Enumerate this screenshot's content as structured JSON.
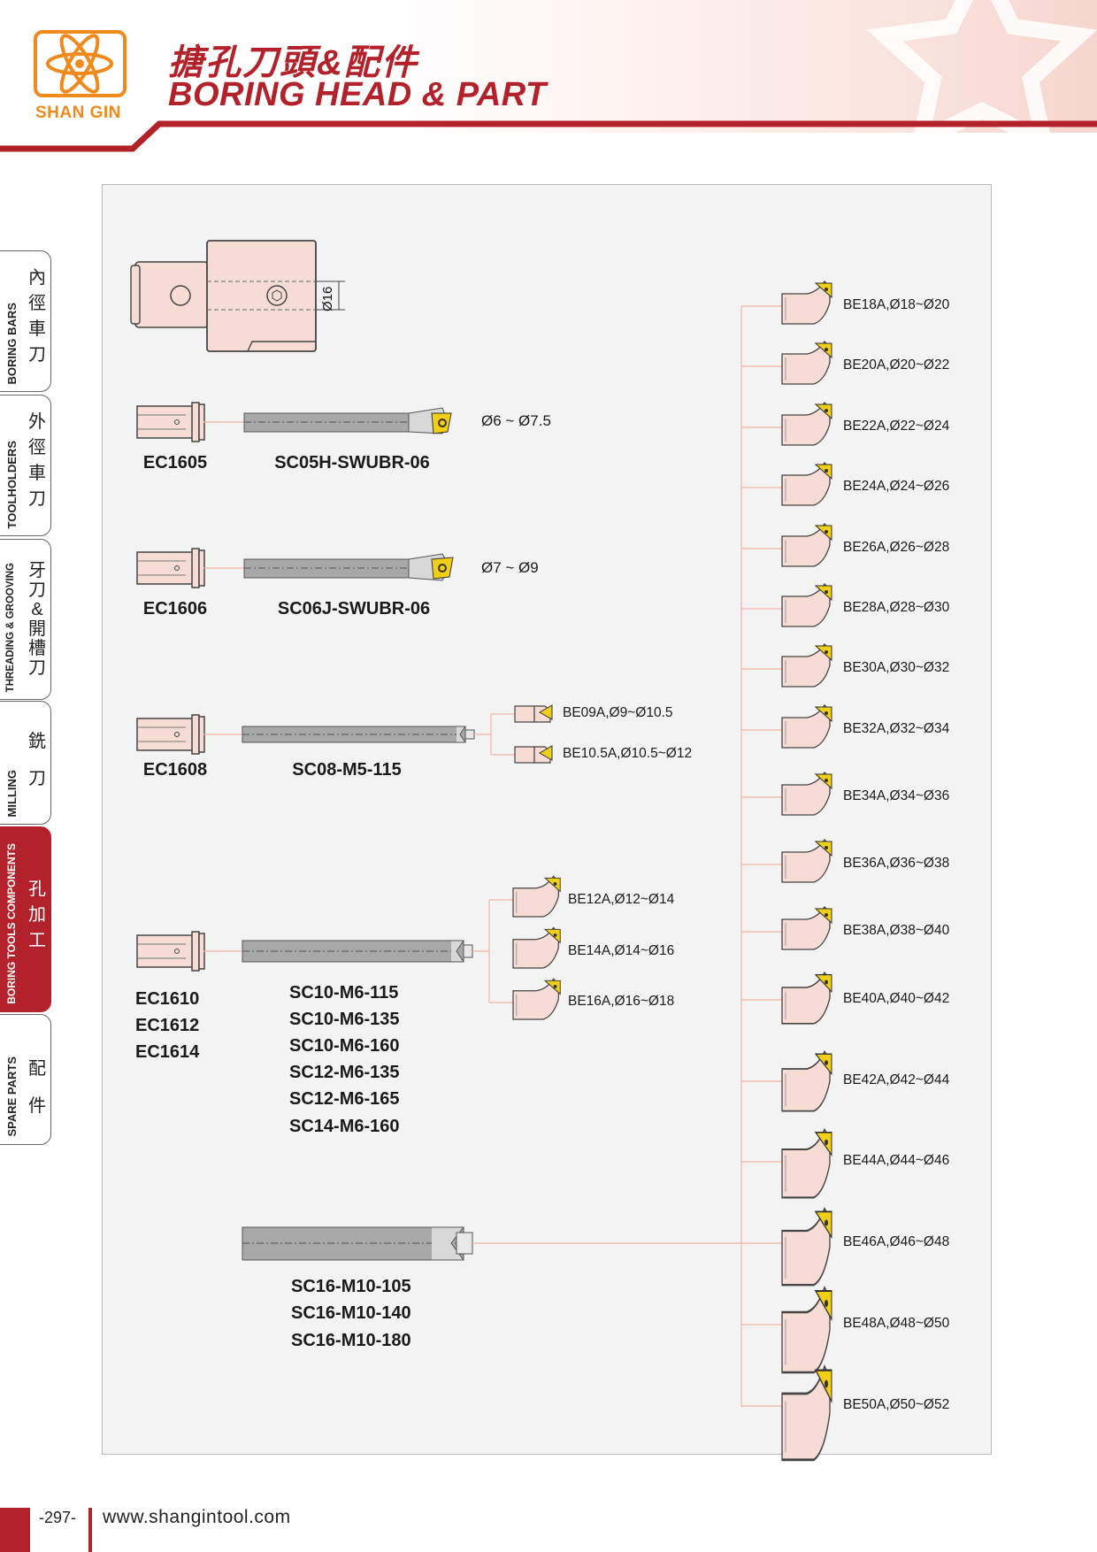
{
  "brand": {
    "name": "SHAN GIN",
    "color": "#f08a1c"
  },
  "header": {
    "title_zh": "搪孔刀頭&配件",
    "title_en": "BORING HEAD & PART",
    "accent": "#b3222a"
  },
  "side_tabs": [
    {
      "en": "BORING BARS",
      "zh": "內徑車刀",
      "active": false
    },
    {
      "en": "TOOLHOLDERS",
      "zh": "外徑車刀",
      "active": false
    },
    {
      "en": "THREADING & GROOVING",
      "zh": "牙刀&開槽刀",
      "active": false
    },
    {
      "en": "MILLING",
      "zh": "銑刀",
      "active": false
    },
    {
      "en": "BORING TOOLS COMPONENTS",
      "zh": "孔加工",
      "active": true
    },
    {
      "en": "SPARE PARTS",
      "zh": "配件",
      "active": false
    }
  ],
  "diagram": {
    "holder_dimension": "Ø16",
    "rows": [
      {
        "sleeve": "EC1605",
        "bar": "SC05H-SWUBR-06",
        "range": "Ø6 ~ Ø7.5"
      },
      {
        "sleeve": "EC1606",
        "bar": "SC06J-SWUBR-06",
        "range": "Ø7 ~ Ø9"
      },
      {
        "sleeve": "EC1608",
        "bar": "SC08-M5-115",
        "range": ""
      },
      {
        "sleeves": [
          "EC1610",
          "EC1612",
          "EC1614"
        ],
        "bars": [
          "SC10-M6-115",
          "SC10-M6-135",
          "SC10-M6-160",
          "SC12-M6-135",
          "SC12-M6-165",
          "SC14-M6-160"
        ]
      },
      {
        "bars": [
          "SC16-M10-105",
          "SC16-M10-140",
          "SC16-M10-180"
        ]
      }
    ],
    "heads_sc08": [
      "BE09A,Ø9~Ø10.5",
      "BE10.5A,Ø10.5~Ø12"
    ],
    "heads_sc10": [
      "BE12A,Ø12~Ø14",
      "BE14A,Ø14~Ø16",
      "BE16A,Ø16~Ø18"
    ],
    "heads_sc16": [
      "BE18A,Ø18~Ø20",
      "BE20A,Ø20~Ø22",
      "BE22A,Ø22~Ø24",
      "BE24A,Ø24~Ø26",
      "BE26A,Ø26~Ø28",
      "BE28A,Ø28~Ø30",
      "BE30A,Ø30~Ø32",
      "BE32A,Ø32~Ø34",
      "BE34A,Ø34~Ø36",
      "BE36A,Ø36~Ø38",
      "BE38A,Ø38~Ø40",
      "BE40A,Ø40~Ø42",
      "BE42A,Ø42~Ø44",
      "BE44A,Ø44~Ø46",
      "BE46A,Ø46~Ø48",
      "BE48A,Ø48~Ø50",
      "BE50A,Ø50~Ø52"
    ]
  },
  "footer": {
    "page": "-297-",
    "url": "www.shangintool.com"
  }
}
